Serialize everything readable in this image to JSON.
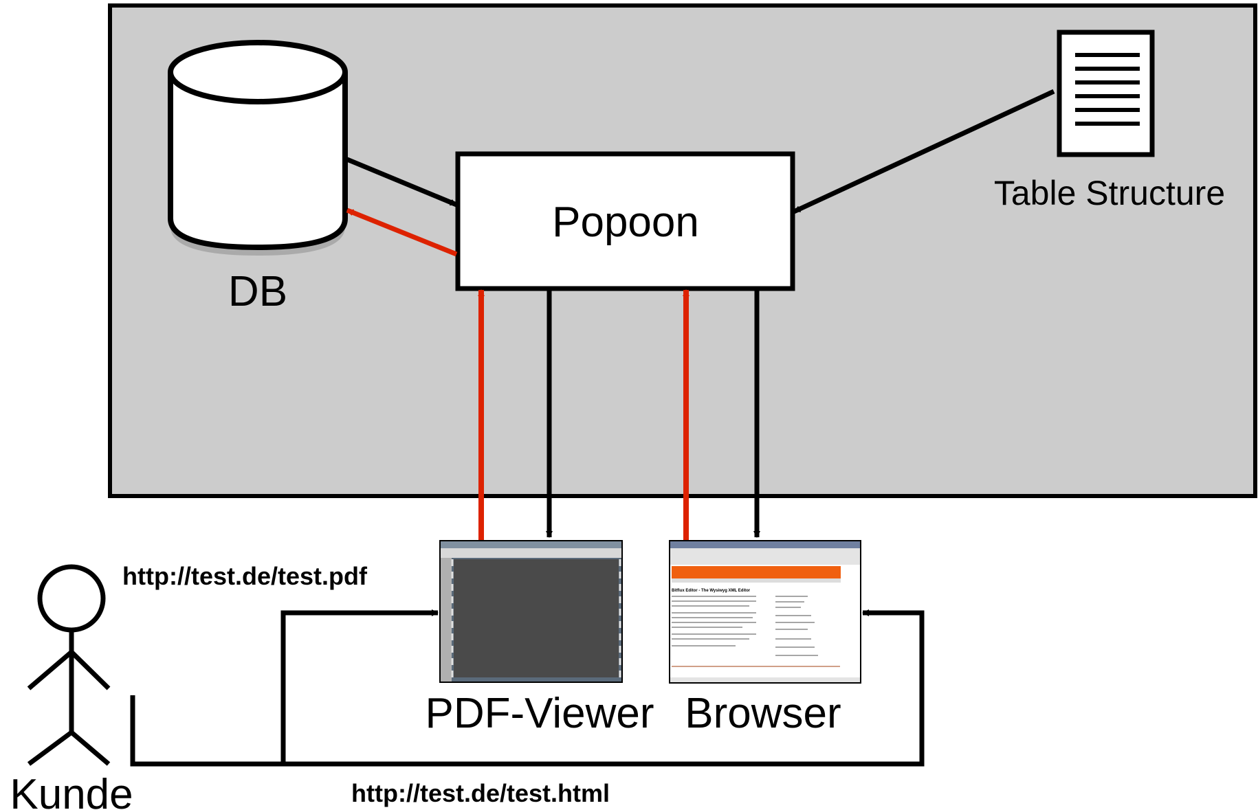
{
  "nodes": {
    "db": {
      "label": "DB"
    },
    "popoon": {
      "label": "Popoon"
    },
    "table_structure": {
      "label": "Table Structure"
    },
    "pdf_viewer": {
      "label": "PDF-Viewer"
    },
    "browser": {
      "label": "Browser"
    },
    "kunde": {
      "label": "Kunde"
    }
  },
  "edges": {
    "pdf_url": {
      "label": "http://test.de/test.pdf"
    },
    "html_url": {
      "label": "http://test.de/test.html"
    }
  },
  "browser_thumbnail": {
    "page_title": "Bitflux Editor - The Wysiwyg XML Editor"
  },
  "colors": {
    "system_area": "#cccccc",
    "request_arrow": "#dd2200",
    "response_arrow": "#000000",
    "pdf_viewer_screen": "#4a4a4a",
    "browser_banner": "#f06010"
  }
}
